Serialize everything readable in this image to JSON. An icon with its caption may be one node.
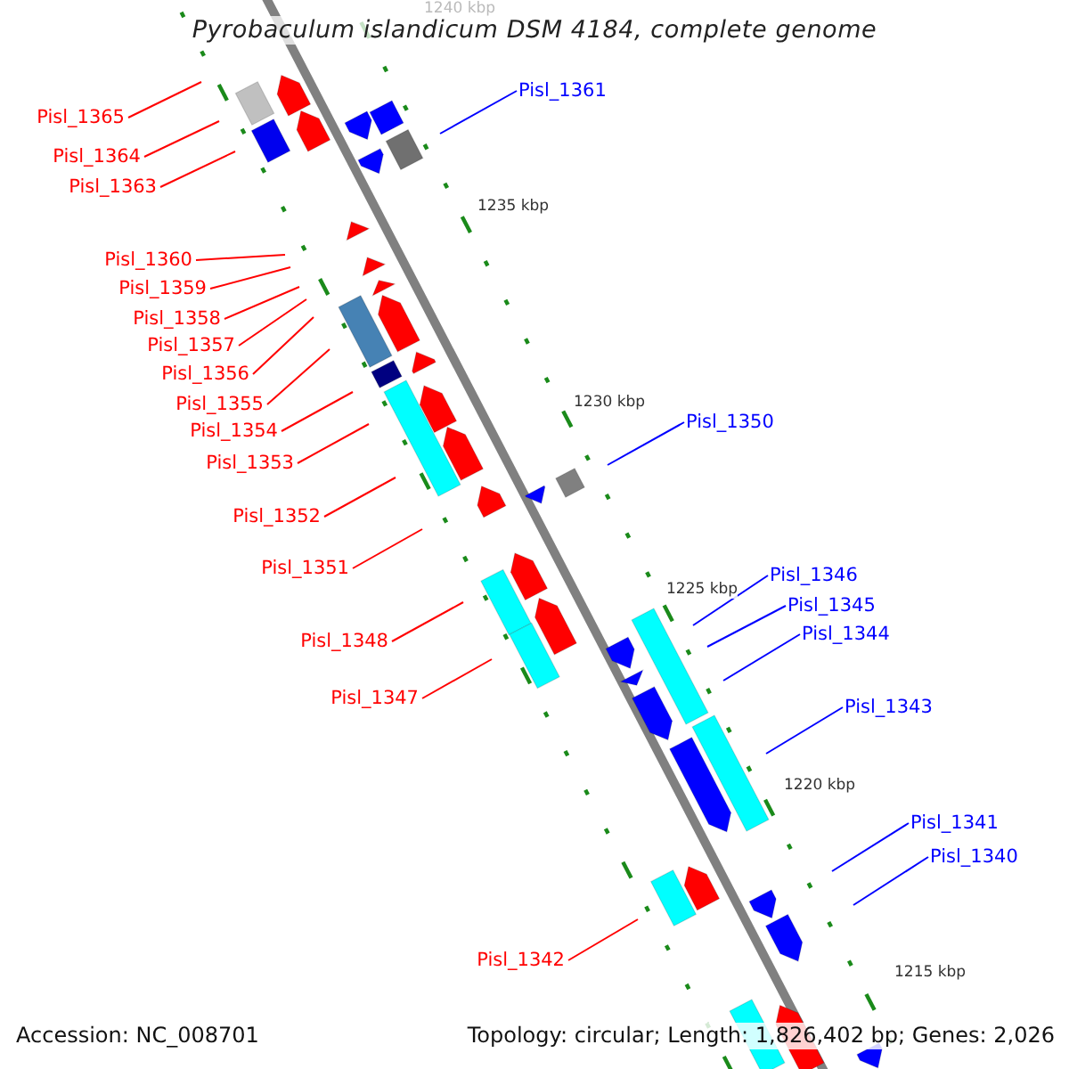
{
  "diagram": {
    "title": "Pyrobaculum islandicum DSM 4184, complete genome",
    "nodes": [
      {
        "text": [
          "Pisl_1365"
        ]
      },
      {
        "text": [
          "Pisl_1364"
        ]
      },
      {
        "text": [
          "Pisl_1363"
        ]
      },
      {
        "text": [
          "Pisl_1361"
        ]
      },
      {
        "text": [
          "Pisl_1360"
        ]
      },
      {
        "text": [
          "Pisl_1359"
        ]
      },
      {
        "text": [
          "Pisl_1358"
        ]
      },
      {
        "text": [
          "Pisl_1357"
        ]
      },
      {
        "text": [
          "Pisl_1356"
        ]
      },
      {
        "text": [
          "Pisl_1355"
        ]
      },
      {
        "text": [
          "Pisl_1354"
        ]
      },
      {
        "text": [
          "Pisl_1353"
        ]
      },
      {
        "text": [
          "Pisl_1350"
        ]
      },
      {
        "text": [
          "Pisl_1352"
        ]
      },
      {
        "text": [
          "Pisl_1351"
        ]
      },
      {
        "text": [
          "Pisl_1346"
        ]
      },
      {
        "text": [
          "Pisl_1345"
        ]
      },
      {
        "text": [
          "Pisl_1348"
        ]
      },
      {
        "text": [
          "Pisl_1344"
        ]
      },
      {
        "text": [
          "Pisl_1347"
        ]
      },
      {
        "text": [
          "Pisl_1343"
        ]
      },
      {
        "text": [
          "Pisl_1341"
        ]
      },
      {
        "text": [
          "Pisl_1340"
        ]
      },
      {
        "text": [
          "Pisl_1342"
        ]
      }
    ],
    "edges": [
      {
        "from": 0,
        "to": null,
        "arrow": "none"
      },
      {
        "from": 1,
        "to": null,
        "arrow": "none"
      },
      {
        "from": 2,
        "to": null,
        "arrow": "none"
      },
      {
        "from": 3,
        "to": null,
        "arrow": "none",
        "color": "#0000ff"
      },
      {
        "from": 4,
        "to": null,
        "arrow": "none"
      },
      {
        "from": 5,
        "to": null,
        "arrow": "none"
      },
      {
        "from": 6,
        "to": null,
        "arrow": "none"
      },
      {
        "from": 7,
        "to": null,
        "arrow": "none"
      },
      {
        "from": 8,
        "to": null,
        "arrow": "none"
      },
      {
        "from": 9,
        "to": null,
        "arrow": "none"
      },
      {
        "from": 10,
        "to": null,
        "arrow": "none"
      },
      {
        "from": 11,
        "to": null,
        "arrow": "none"
      },
      {
        "from": 12,
        "to": null,
        "arrow": "none",
        "color": "#0000ff"
      },
      {
        "from": 13,
        "to": null,
        "arrow": "none"
      },
      {
        "from": 14,
        "to": null,
        "arrow": "none"
      },
      {
        "from": 15,
        "to": null,
        "arrow": "none",
        "color": "#0000ff"
      },
      {
        "from": 16,
        "to": null,
        "arrow": "none",
        "color": "#0000ff"
      },
      {
        "from": 17,
        "to": null,
        "arrow": "none"
      },
      {
        "from": 18,
        "to": null,
        "arrow": "none",
        "color": "#0000ff"
      },
      {
        "from": 19,
        "to": null,
        "arrow": "none"
      },
      {
        "from": 20,
        "to": null,
        "arrow": "none",
        "color": "#0000ff"
      },
      {
        "from": 21,
        "to": null,
        "arrow": "none",
        "color": "#0000ff"
      },
      {
        "from": 22,
        "to": null,
        "arrow": "none",
        "color": "#0000ff"
      },
      {
        "from": 23,
        "to": null,
        "arrow": "none"
      }
    ],
    "labels": [
      "1240 kbp",
      "1235 kbp",
      "1230 kbp",
      "1225 kbp",
      "1220 kbp",
      "1215 kbp",
      "Accession: NC_008701",
      "Topology: circular; Length: 1,826,402 bp; Genes: 2,026"
    ]
  }
}
